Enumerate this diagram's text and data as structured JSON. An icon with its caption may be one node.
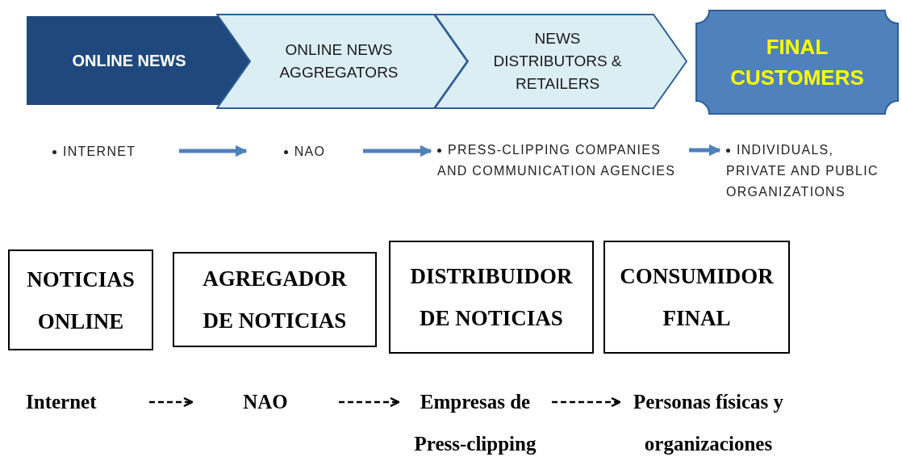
{
  "diagram": {
    "nodes": [
      {
        "text": [
          "ONLINE NEWS"
        ]
      },
      {
        "text": [
          "ONLINE NEWS AGGREGATORS"
        ]
      },
      {
        "text": [
          "NEWS DISTRIBUTORS & RETAILERS"
        ]
      },
      {
        "text": [
          "FINAL CUSTOMERS"
        ]
      },
      {
        "text": [
          "INTERNET"
        ]
      },
      {
        "text": [
          "NAO"
        ]
      },
      {
        "text": [
          "PRESS-CLIPPING COMPANIES AND COMMUNICATION AGENCIES"
        ]
      },
      {
        "text": [
          "INDIVIDUALS, PRIVATE AND PUBLIC ORGANIZATIONS"
        ]
      },
      {
        "text": [
          "NOTICIAS ONLINE"
        ]
      },
      {
        "text": [
          "AGREGADOR DE NOTICIAS"
        ]
      },
      {
        "text": [
          "DISTRIBUIDOR DE NOTICIAS"
        ]
      },
      {
        "text": [
          "CONSUMIDOR FINAL"
        ]
      },
      {
        "text": [
          "Internet"
        ]
      },
      {
        "text": [
          "NAO"
        ]
      },
      {
        "text": [
          "Empresas de Press-clipping"
        ]
      },
      {
        "text": [
          "Personas físicas y organizaciones"
        ]
      }
    ],
    "edges": [
      {
        "from": 4,
        "to": 5,
        "arrow": "to",
        "style": "thick",
        "color": "#4f81bd"
      },
      {
        "from": 5,
        "to": 6,
        "arrow": "to",
        "style": "thick",
        "color": "#4f81bd"
      },
      {
        "from": 6,
        "to": 7,
        "arrow": "to",
        "style": "thick",
        "color": "#4f81bd"
      },
      {
        "from": 12,
        "to": 13,
        "arrow": "to",
        "style": "dashed",
        "color": "#000000"
      },
      {
        "from": 13,
        "to": 14,
        "arrow": "to",
        "style": "dashed",
        "color": "#000000"
      },
      {
        "from": 14,
        "to": 15,
        "arrow": "to",
        "style": "dashed",
        "color": "#000000"
      }
    ]
  }
}
